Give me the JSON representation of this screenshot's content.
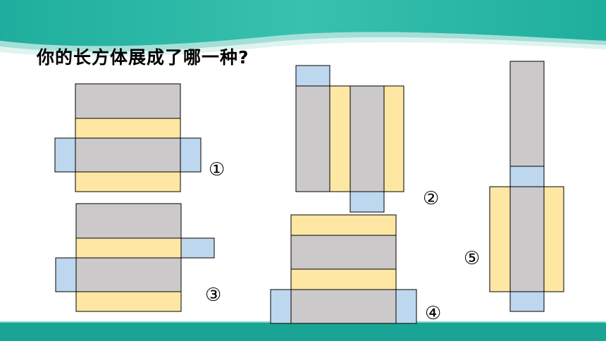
{
  "question": "你的长方体展成了哪一种?",
  "nets": [
    {
      "id": "net-1",
      "label": "①"
    },
    {
      "id": "net-2",
      "label": "②"
    },
    {
      "id": "net-3",
      "label": "③"
    },
    {
      "id": "net-4",
      "label": "④"
    },
    {
      "id": "net-5",
      "label": "⑤"
    }
  ],
  "colors": {
    "gray_face": "#cbc9ca",
    "yellow_face": "#fde7a2",
    "blue_face": "#bdd7ee",
    "outline": "#000000",
    "banner": "#2bb5a4",
    "bottom_bar": "#1aa495"
  }
}
